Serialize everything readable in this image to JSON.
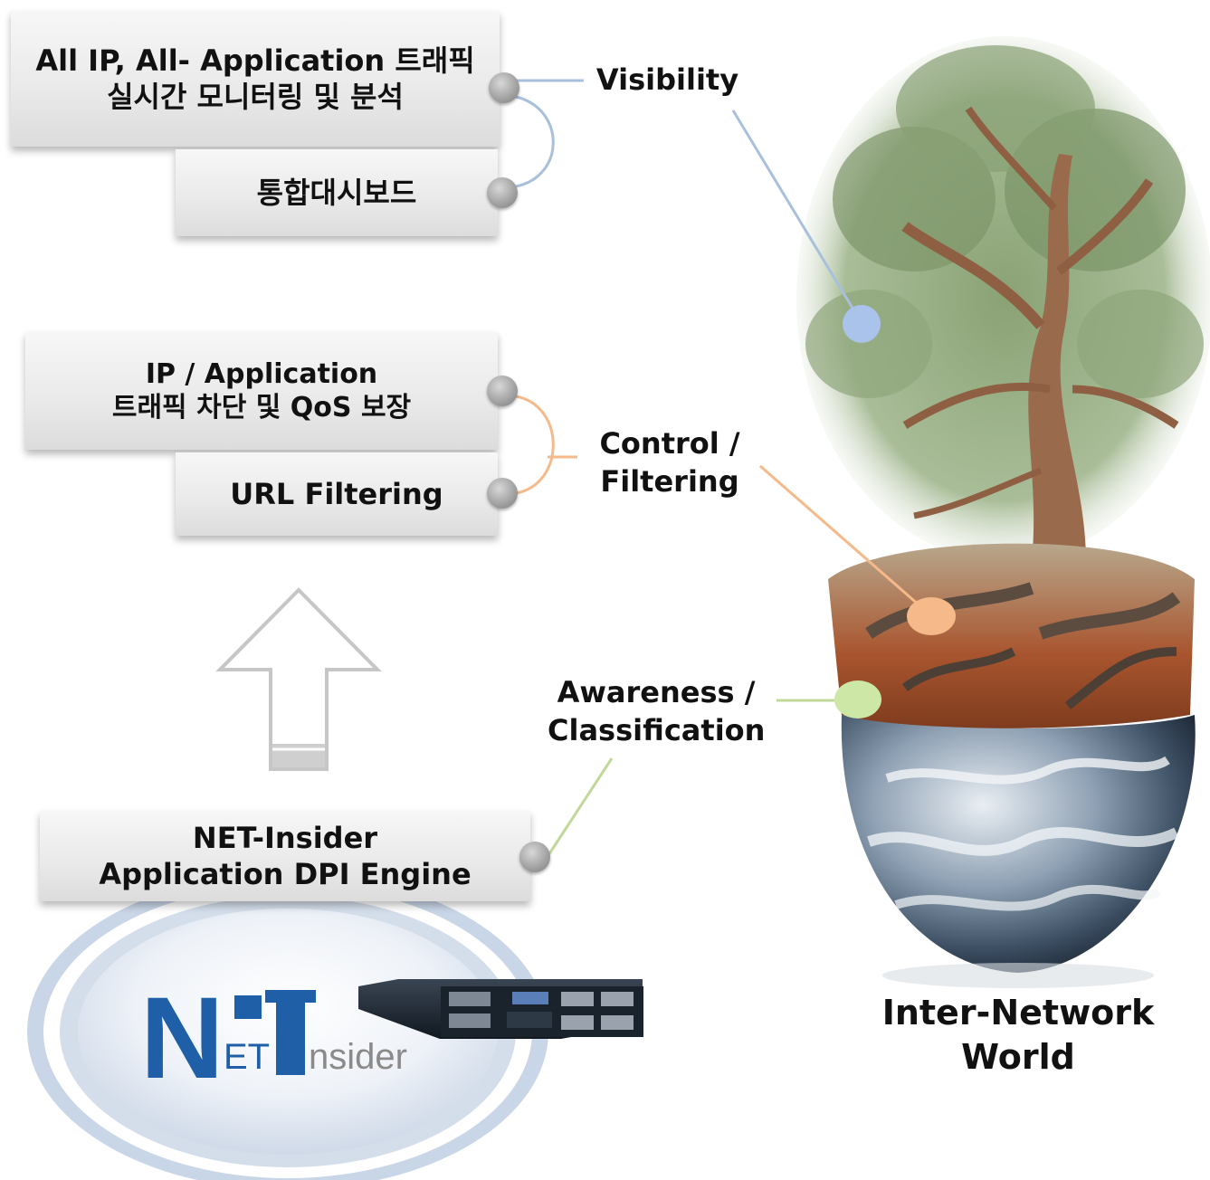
{
  "left": {
    "group1": {
      "box_main": [
        "All IP, All- Application 트래픽",
        "실시간 모니터링 및 분석"
      ],
      "box_sub": "통합대시보드"
    },
    "group2": {
      "box_main": [
        "IP / Application",
        "트래픽 차단 및 QoS 보장"
      ],
      "box_sub": "URL Filtering"
    },
    "engine": [
      "NET-Insider",
      "Application DPI Engine"
    ],
    "logo": {
      "brand_n": "N",
      "brand_et": "ET",
      "brand_i": "I",
      "brand_nsider": "nsider"
    }
  },
  "labels": {
    "visibility": "Visibility",
    "control": [
      "Control /",
      "Filtering"
    ],
    "awareness": [
      "Awareness /",
      "Classification"
    ]
  },
  "world_label": [
    "Inter-Network",
    "World"
  ],
  "colors": {
    "visibility": "#9fb8d8",
    "control": "#f5b98a",
    "awareness": "#c0d89a",
    "logo_blue": "#1f5fa8",
    "logo_grey": "#8a8a8a"
  },
  "icons": {
    "tree": "tree-illustration",
    "globe": "earth-globe",
    "arrow": "up-arrow-icon",
    "device": "network-appliance"
  }
}
